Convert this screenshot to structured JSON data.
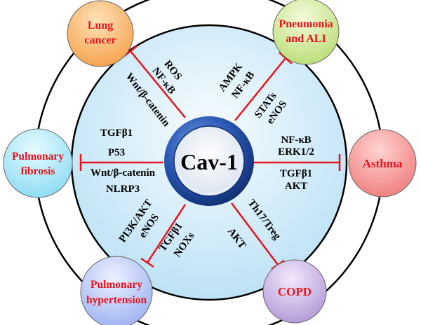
{
  "center": {
    "label": "Cav-1"
  },
  "diseases": [
    {
      "id": "lung-cancer",
      "lines": [
        "Lung",
        "cancer"
      ],
      "fill_top": "#ffe2b8",
      "fill_bottom": "#f5a04a"
    },
    {
      "id": "pneumonia-ali",
      "lines": [
        "Pneumonia",
        "and ALI"
      ],
      "fill_top": "#f4fbdc",
      "fill_bottom": "#b9dd74"
    },
    {
      "id": "asthma",
      "lines": [
        "Asthma"
      ],
      "fill_top": "#ffd3d3",
      "fill_bottom": "#ef7c7c"
    },
    {
      "id": "copd",
      "lines": [
        "COPD"
      ],
      "fill_top": "#f2e9fb",
      "fill_bottom": "#b197d6"
    },
    {
      "id": "pulmonary-hypertension",
      "lines": [
        "Pulmonary",
        "hypertension"
      ],
      "fill_top": "#eef1ff",
      "fill_bottom": "#9ab0f0"
    },
    {
      "id": "pulmonary-fibrosis",
      "lines": [
        "Pulmonary",
        "fibrosis"
      ],
      "fill_top": "#e8fbff",
      "fill_bottom": "#89dbf5"
    }
  ],
  "pathways": {
    "lung_cancer": [
      "ROS",
      "NF-κB",
      "Wnt/β-catenin"
    ],
    "pneumonia_ali": [
      "AMPK",
      "NF-κB",
      "STATs",
      "eNOS"
    ],
    "asthma": [
      "NF-κB",
      "ERK1/2",
      "TGFβ1",
      "AKT"
    ],
    "copd": [
      "Th17/Treg",
      "AKT"
    ],
    "pulmonary_hypertension": [
      "PI3K/AKT",
      "eNOS",
      "TGFβ1",
      "NOXs"
    ],
    "pulmonary_fibrosis": [
      "TGFβ1",
      "P53",
      "Wnt/β-catenin",
      "NLRP3"
    ]
  },
  "colors": {
    "inhibition_line": "#e8141b",
    "disease_text": "#e8141b",
    "ring": "#000000",
    "panel_top": "#f4fbff",
    "panel_bottom": "#bfe3f6",
    "hub_ring": "#1b3e8f"
  }
}
